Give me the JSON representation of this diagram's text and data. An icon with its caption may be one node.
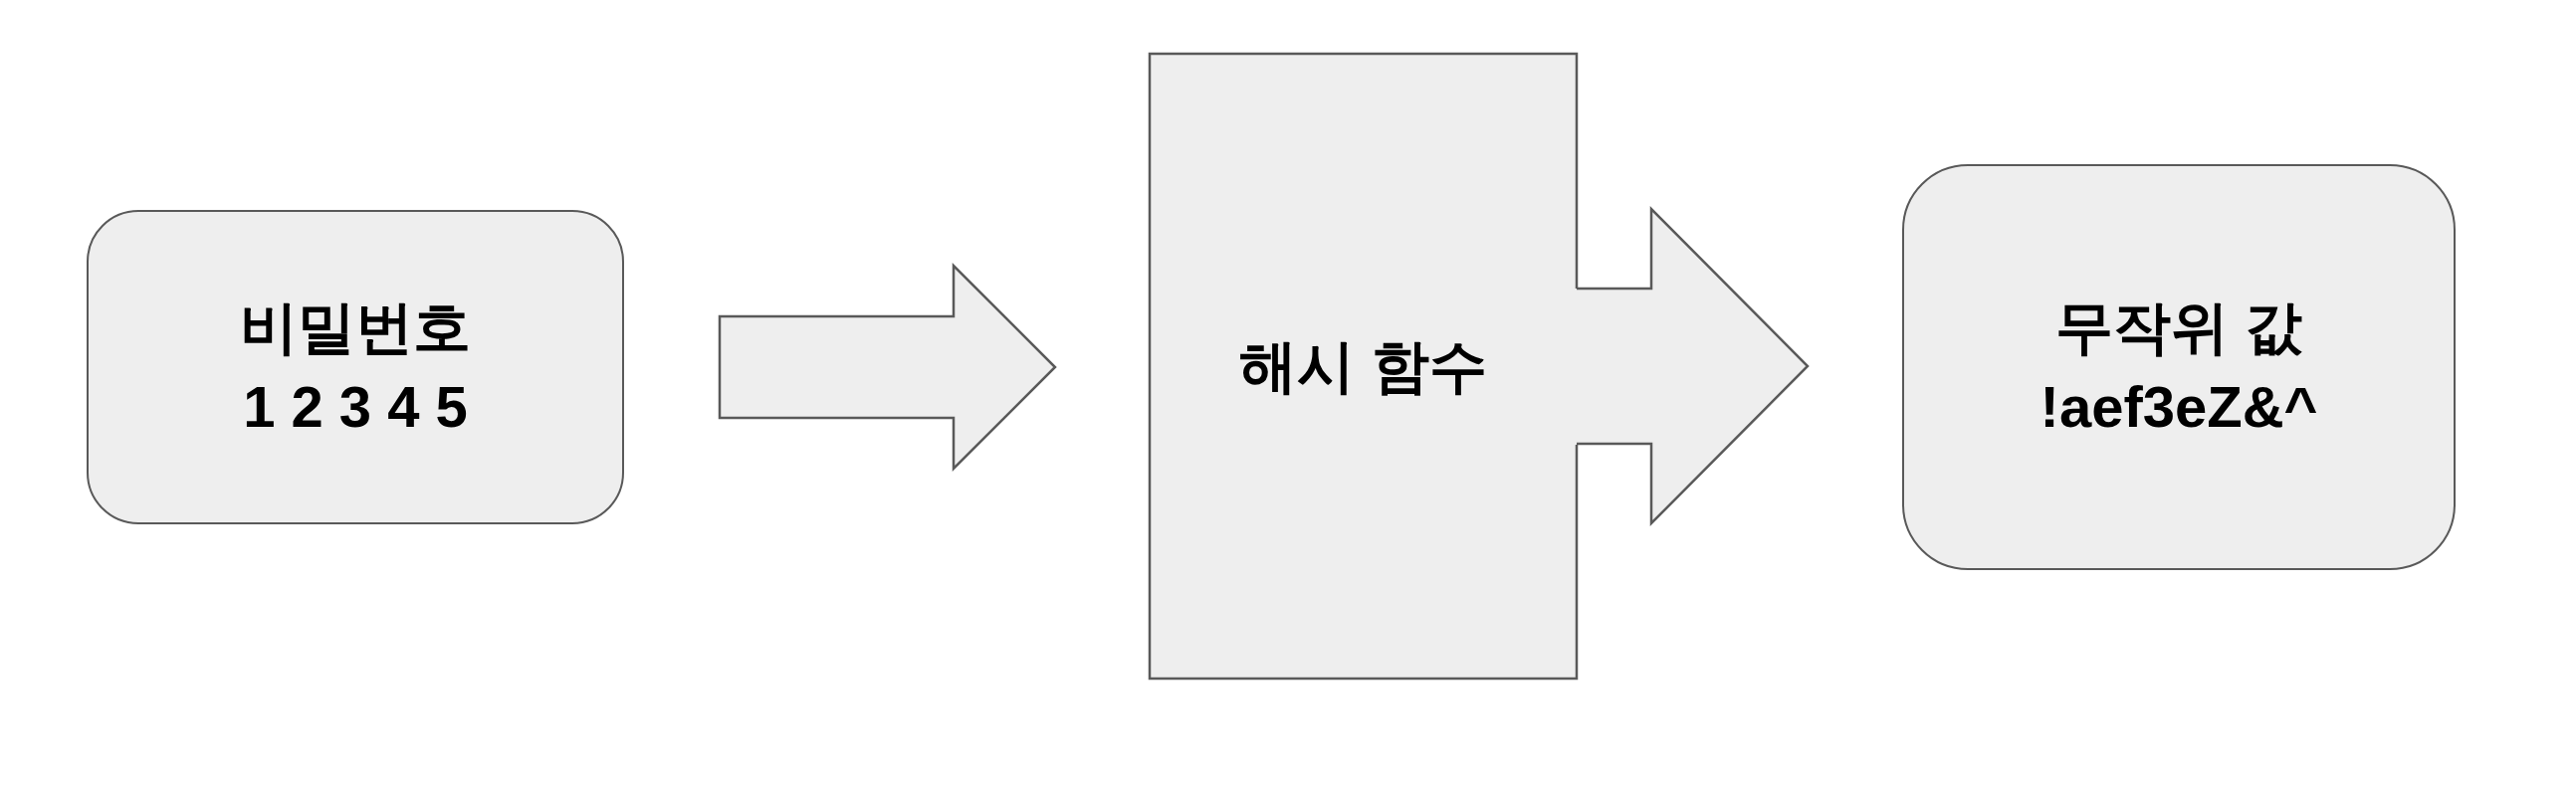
{
  "diagram": {
    "nodes": [
      {
        "text": [
          "비밀번호",
          "1 2 3 4 5"
        ]
      },
      {
        "text": [
          "해시 함수"
        ]
      },
      {
        "text": [
          "무작위 값",
          "!aef3eZ&^"
        ]
      }
    ],
    "edges": [
      {
        "from": 0,
        "to": 1,
        "arrow": "to"
      },
      {
        "from": 1,
        "to": 2,
        "arrow": "to"
      }
    ]
  }
}
